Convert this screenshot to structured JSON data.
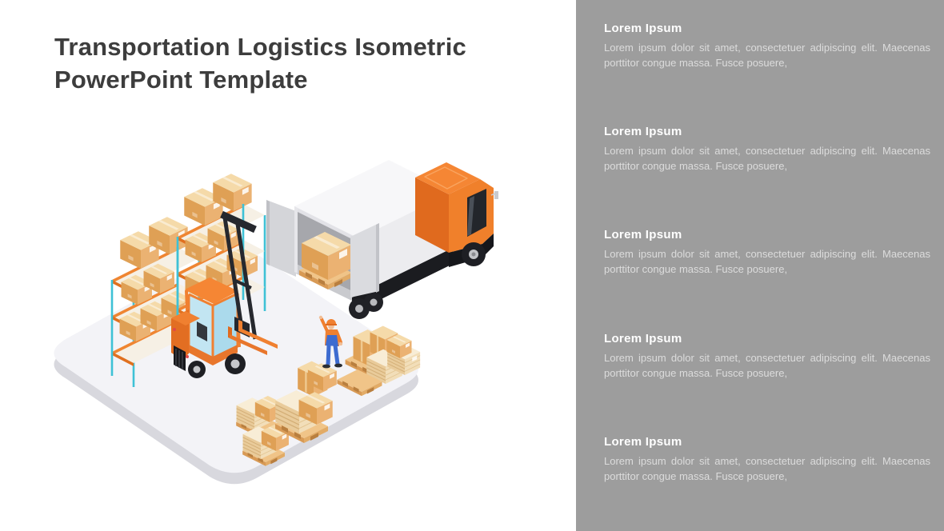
{
  "slide": {
    "title": "Transportation Logistics Isometric PowerPoint Template"
  },
  "panel": {
    "background": "#9d9d9d",
    "sections": [
      {
        "heading": "Lorem Ipsum",
        "body": "Lorem ipsum dolor sit amet, consectetuer adipiscing elit. Maecenas porttitor congue massa. Fusce posuere,"
      },
      {
        "heading": "Lorem Ipsum",
        "body": "Lorem ipsum dolor sit amet, consectetuer adipiscing elit. Maecenas porttitor congue massa. Fusce posuere,"
      },
      {
        "heading": "Lorem Ipsum",
        "body": "Lorem ipsum dolor sit amet, consectetuer adipiscing elit. Maecenas porttitor congue massa. Fusce posuere,"
      },
      {
        "heading": "Lorem Ipsum",
        "body": "Lorem ipsum dolor sit amet, consectetuer adipiscing elit. Maecenas porttitor congue massa. Fusce posuere,"
      },
      {
        "heading": "Lorem Ipsum",
        "body": "Lorem ipsum dolor sit amet, consectetuer adipiscing elit. Maecenas porttitor congue massa. Fusce posuere,"
      }
    ]
  },
  "illustration": {
    "alt": "Isometric warehouse scene: delivery truck with open rear doors, orange forklift, storage racks with cardboard boxes, box stacks on pallets, empty pallet and a warehouse worker on a rounded white platform",
    "colors": {
      "orange": "#F0802B",
      "orange_dark": "#E06A1E",
      "cardboard": "#EBB272",
      "cardboard_light": "#F5DAA9",
      "teal_rack": "#3EC1D6",
      "glass_blue": "#BFE4F2",
      "truck_white": "#F0F0F3",
      "chassis_black": "#1B1C20",
      "platform_top": "#F3F3F7",
      "platform_side": "#DADAE0"
    }
  }
}
